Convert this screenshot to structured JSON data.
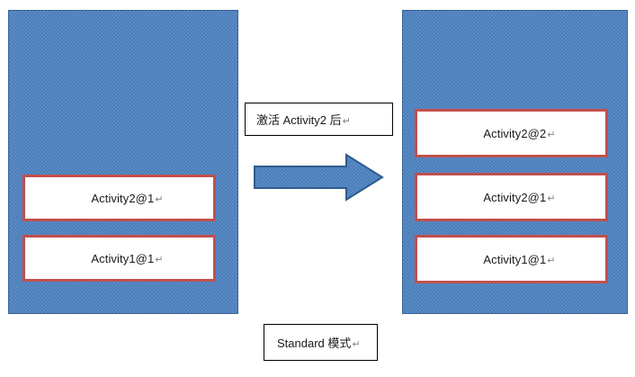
{
  "diagram": {
    "title": "Android Activity Standard launch mode task stack diagram",
    "colors": {
      "stack_fill": "#4a7ebb",
      "stack_border": "#3a6397",
      "activity_border": "#c0504d",
      "activity_fill": "#ffffff",
      "caption_border": "#000000",
      "arrow_fill": "#4a7ebb",
      "arrow_border": "#2e5party"
    }
  },
  "left_stack": {
    "name": "task-stack-before",
    "activities": [
      {
        "label": "Activity2@1",
        "pilcrow": "↵"
      },
      {
        "label": "Activity1@1",
        "pilcrow": "↵"
      }
    ]
  },
  "right_stack": {
    "name": "task-stack-after",
    "activities": [
      {
        "label": "Activity2@2",
        "pilcrow": "↵"
      },
      {
        "label": "Activity2@1",
        "pilcrow": "↵"
      },
      {
        "label": "Activity1@1",
        "pilcrow": "↵"
      }
    ]
  },
  "captions": {
    "activate": {
      "text": "激活 Activity2 后",
      "pilcrow": "↵"
    },
    "mode": {
      "text": "Standard 模式",
      "pilcrow": "↵"
    }
  },
  "arrow": {
    "direction": "right",
    "label": ""
  }
}
